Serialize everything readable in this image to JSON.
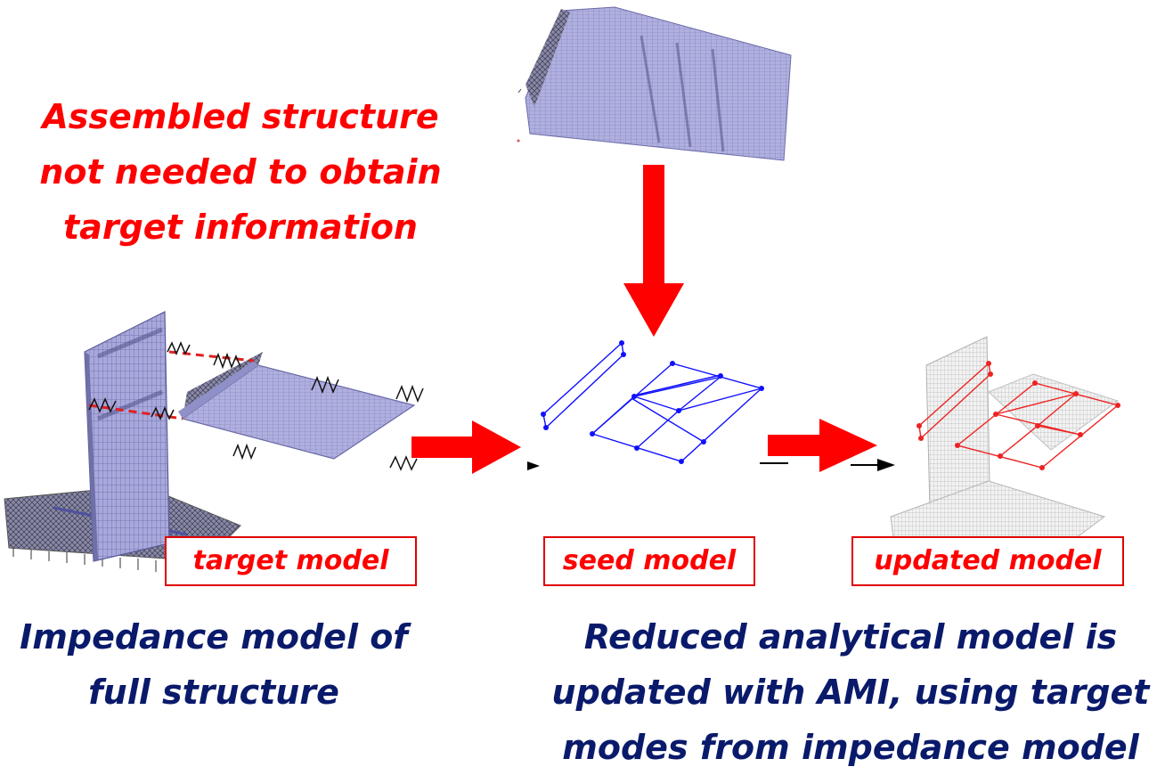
{
  "caption_top": [
    "Assembled structure",
    "not needed to obtain",
    "target information"
  ],
  "caption_left": [
    "Impedance model of",
    "full structure"
  ],
  "caption_right": [
    "Reduced analytical model is",
    "updated with AMI, using target",
    "modes from impedance model"
  ],
  "labels": {
    "target": "target model",
    "seed": "seed model",
    "updated": "updated model"
  },
  "colors": {
    "red_text": "#ff0000",
    "navy_text": "#0a1a6b",
    "arrow": "#ff0000",
    "mesh": "#9a9ad0",
    "seed_lines": "#1010ff"
  }
}
